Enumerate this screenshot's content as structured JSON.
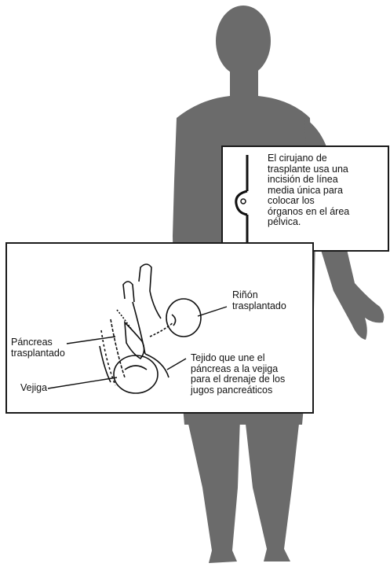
{
  "incision_note": "El cirujano de\ntrasplante usa una\nincisión de línea\nmedia única para\ncolocar los\nórganos en el área\npélvica.",
  "labels": {
    "kidney": "Riñón\ntrasplantado",
    "pancreas": "Páncreas\ntrasplantado",
    "tissue": "Tejido que une el\npáncreas a la vejiga\npara el drenaje de los\njugos pancreáticos",
    "bladder": "Vejiga"
  },
  "colors": {
    "silhouette": "#6b6b6b",
    "line": "#111111",
    "background": "#ffffff"
  }
}
